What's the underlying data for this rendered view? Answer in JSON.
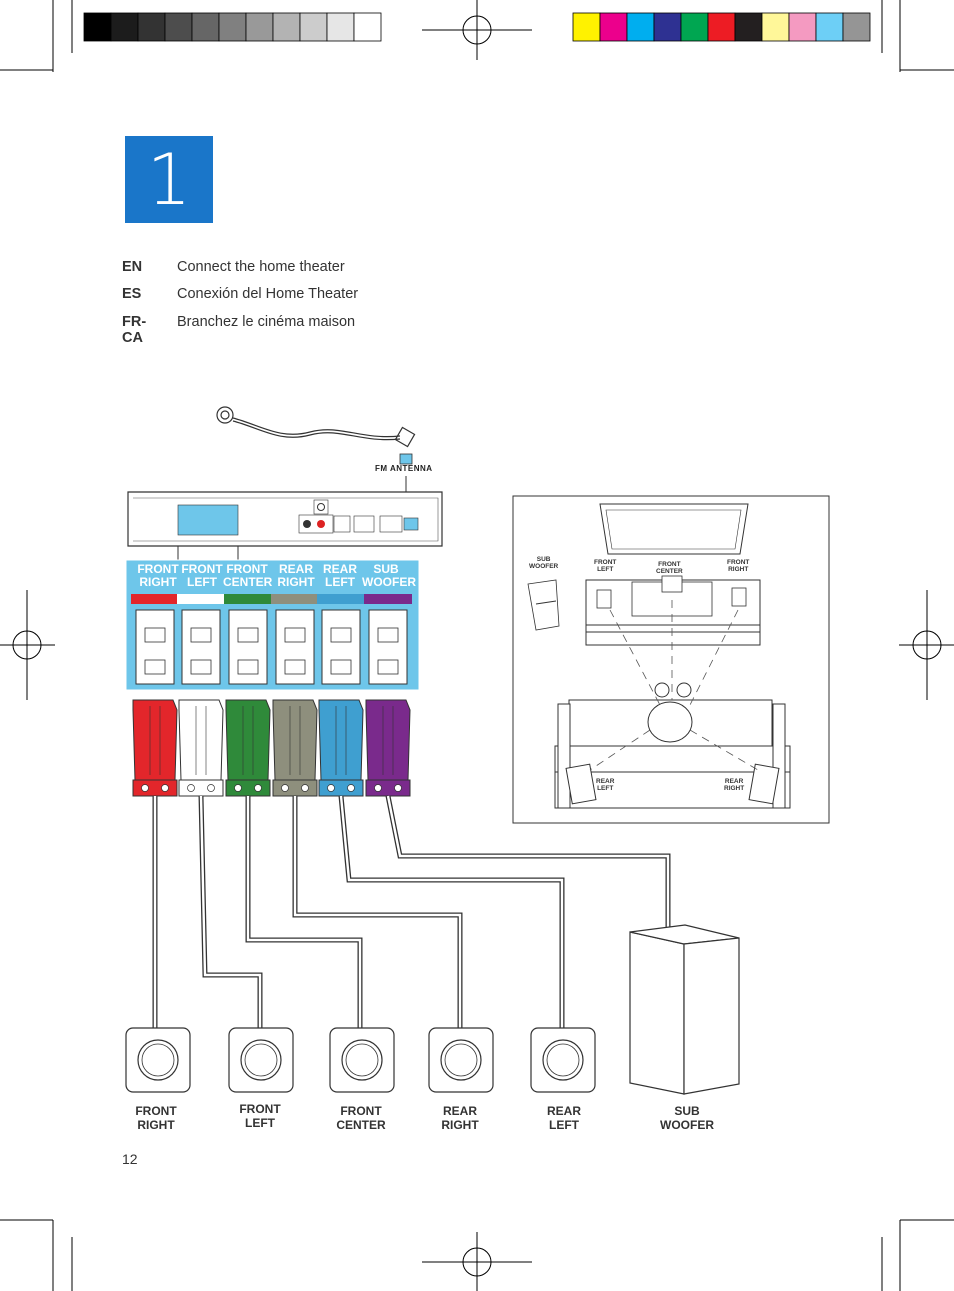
{
  "step": {
    "number": "1"
  },
  "languages": [
    {
      "code": "EN",
      "text": "Connect the home theater"
    },
    {
      "code": "ES",
      "text": "Conexión del Home Theater"
    },
    {
      "code": "FR-CA",
      "text": "Branchez le cinéma maison"
    }
  ],
  "antenna": {
    "label": "FM ANTENNA"
  },
  "channels": [
    {
      "line1": "FRONT",
      "line2": "RIGHT",
      "color": "#e3262b"
    },
    {
      "line1": "FRONT",
      "line2": "LEFT",
      "color": "#ffffff"
    },
    {
      "line1": "FRONT",
      "line2": "CENTER",
      "color": "#2f8a3a"
    },
    {
      "line1": "REAR",
      "line2": "RIGHT",
      "color": "#8e8f7d"
    },
    {
      "line1": "REAR",
      "line2": "LEFT",
      "color": "#3f9fd0"
    },
    {
      "line1": "SUB",
      "line2": "WOOFER",
      "color": "#7a2a8c"
    }
  ],
  "speakers": [
    {
      "line1": "FRONT",
      "line2": "RIGHT"
    },
    {
      "line1": "FRONT",
      "line2": "LEFT"
    },
    {
      "line1": "FRONT",
      "line2": "CENTER"
    },
    {
      "line1": "REAR",
      "line2": "RIGHT"
    },
    {
      "line1": "REAR",
      "line2": "LEFT"
    },
    {
      "line1": "SUB",
      "line2": "WOOFER"
    }
  ],
  "room": {
    "sub_woofer": [
      "SUB",
      "WOOFER"
    ],
    "front_left": [
      "FRONT",
      "LEFT"
    ],
    "front_center": [
      "FRONT",
      "CENTER"
    ],
    "front_right": [
      "FRONT",
      "RIGHT"
    ],
    "rear_left": [
      "REAR",
      "LEFT"
    ],
    "rear_right": [
      "REAR",
      "RIGHT"
    ]
  },
  "print_marks": {
    "gray_swatches": [
      "#000000",
      "#1c1c1c",
      "#333333",
      "#4d4d4d",
      "#666666",
      "#808080",
      "#999999",
      "#b3b3b3",
      "#cccccc",
      "#e6e6e6",
      "#ffffff"
    ],
    "color_swatches": [
      "#fff200",
      "#ec008c",
      "#00aeef",
      "#2e3192",
      "#00a651",
      "#ed1c24",
      "#231f20",
      "#fff799",
      "#f49ac1",
      "#6dcff6",
      "#959595"
    ]
  },
  "page_number": "12"
}
